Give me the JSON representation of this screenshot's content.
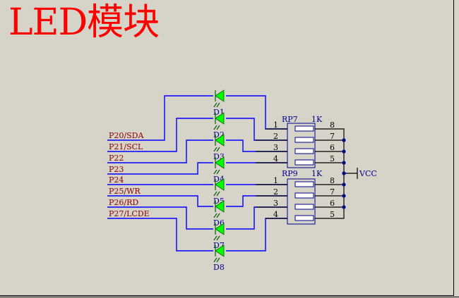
{
  "title": "LED模块",
  "nets": [
    "P20/SDA",
    "P21/SCL",
    "P22",
    "P23",
    "P24",
    "P25/WR",
    "P26/RD",
    "P27/LCDE"
  ],
  "leds": [
    "D1",
    "D2",
    "D3",
    "D4",
    "D5",
    "D6",
    "D7",
    "D8"
  ],
  "packs": [
    {
      "ref": "RP7",
      "value": "1K",
      "left_pins": [
        "1",
        "2",
        "3",
        "4"
      ],
      "right_pins": [
        "8",
        "7",
        "6",
        "5"
      ]
    },
    {
      "ref": "RP9",
      "value": "1K",
      "left_pins": [
        "1",
        "2",
        "3",
        "4"
      ],
      "right_pins": [
        "8",
        "7",
        "6",
        "5"
      ]
    }
  ],
  "power": "VCC",
  "colors": {
    "title": "#ff0000",
    "wire": "#0000ff",
    "led": "#00ff00",
    "net_label": "#8b0000",
    "part_label": "#00008b",
    "background": "#d6d3c8"
  }
}
